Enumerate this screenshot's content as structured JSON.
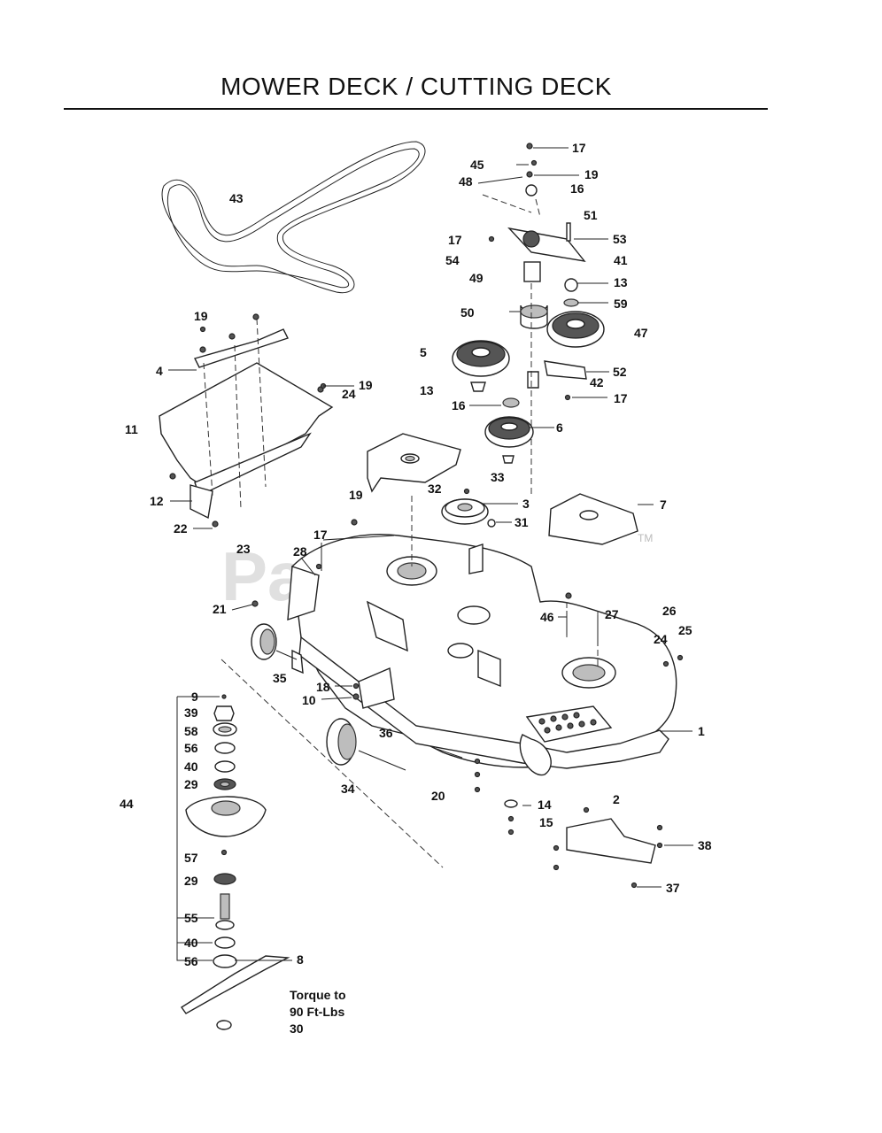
{
  "header": {
    "title": "MOWER DECK / CUTTING DECK"
  },
  "watermark": {
    "text": "PartsTree",
    "tm": "TM"
  },
  "torque_note": {
    "line1": "Torque to",
    "line2": "90 Ft-Lbs",
    "line3": "30"
  },
  "callouts": {
    "c1": "1",
    "c2": "2",
    "c3": "3",
    "c4": "4",
    "c5": "5",
    "c6": "6",
    "c7": "7",
    "c8": "8",
    "c9": "9",
    "c10": "10",
    "c11": "11",
    "c12": "12",
    "c13a": "13",
    "c13b": "13",
    "c14": "14",
    "c15": "15",
    "c16a": "16",
    "c16b": "16",
    "c17a": "17",
    "c17b": "17",
    "c17c": "17",
    "c17d": "17",
    "c18": "18",
    "c19a": "19",
    "c19b": "19",
    "c19c": "19",
    "c19d": "19",
    "c20": "20",
    "c21": "21",
    "c22": "22",
    "c23": "23",
    "c24a": "24",
    "c24b": "24",
    "c25": "25",
    "c26": "26",
    "c27": "27",
    "c28": "28",
    "c29a": "29",
    "c29b": "29",
    "c31": "31",
    "c32": "32",
    "c33": "33",
    "c34": "34",
    "c35": "35",
    "c36": "36",
    "c37": "37",
    "c38": "38",
    "c39": "39",
    "c40a": "40",
    "c40b": "40",
    "c41": "41",
    "c42": "42",
    "c43": "43",
    "c44": "44",
    "c45": "45",
    "c46": "46",
    "c47": "47",
    "c48": "48",
    "c49": "49",
    "c50": "50",
    "c51": "51",
    "c52": "52",
    "c53": "53",
    "c54": "54",
    "c55": "55",
    "c56a": "56",
    "c56b": "56",
    "c57": "57",
    "c58": "58",
    "c59": "59"
  }
}
